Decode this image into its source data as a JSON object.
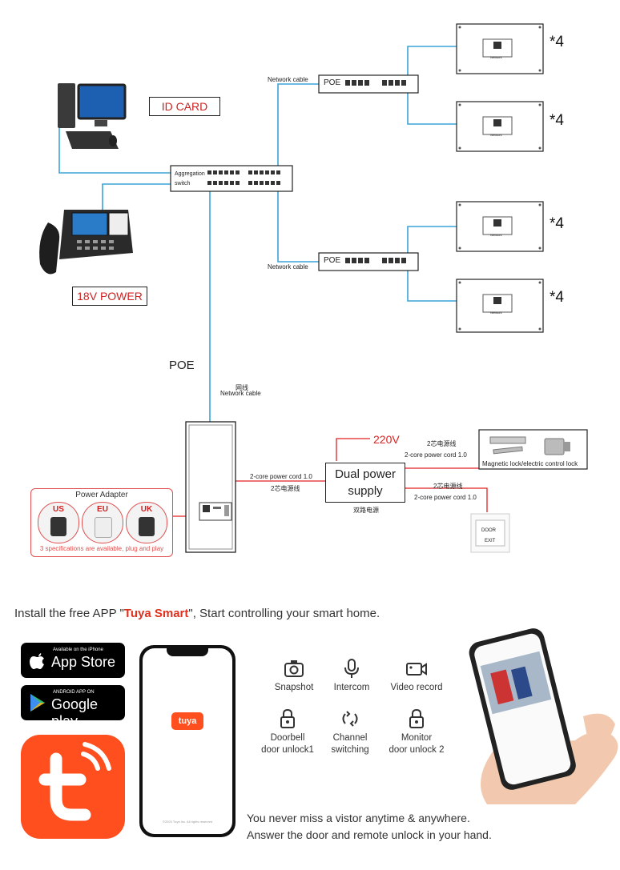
{
  "diagram": {
    "id_card_label": "ID CARD",
    "power_18v_label": "18V POWER",
    "aggregation_switch_label_1": "Aggregation",
    "aggregation_switch_label_2": "switch",
    "poe_switch_label": "POE",
    "network_cable_label": "Network cable",
    "network_cable_cn": "网线",
    "poe_vertical_label": "POE",
    "multiplier": "*4",
    "monitor_port_label": "Network",
    "voltage_220": "220V",
    "dual_power_supply_line1": "Dual power",
    "dual_power_supply_line2": "supply",
    "dual_power_cn": "双路电源",
    "two_core_cord": "2-core power cord 1.0",
    "two_core_cn": "2芯电源线",
    "lock_label": "Magnetic lock/electric control lock",
    "exit_button_line1": "DOOR",
    "exit_button_line2": "EXIT",
    "power_adapter": {
      "title": "Power Adapter",
      "plugs": [
        "US",
        "EU",
        "UK"
      ],
      "footnote": "3 specifications are available, plug and play"
    }
  },
  "app_promo": {
    "headline_prefix": "Install the free APP \"",
    "brand": "Tuya Smart",
    "headline_suffix": "\", Start controlling your smart home.",
    "app_store_small": "Available on the iPhone",
    "app_store_big": "App Store",
    "google_play_small": "ANDROID APP ON",
    "google_play_big": "Google play",
    "phone_app_label": "tuya",
    "phone_copyright": "©2020 Tuya Inc. All rights reserved",
    "features": [
      {
        "line1": "Snapshot",
        "line2": "",
        "icon": "camera-icon"
      },
      {
        "line1": "Intercom",
        "line2": "",
        "icon": "microphone-icon"
      },
      {
        "line1": "Video record",
        "line2": "",
        "icon": "video-camera-icon"
      },
      {
        "line1": "Doorbell",
        "line2": "door unlock1",
        "icon": "lock-icon"
      },
      {
        "line1": "Channel",
        "line2": "switching",
        "icon": "switch-icon"
      },
      {
        "line1": "Monitor",
        "line2": "door unlock 2",
        "icon": "lock-icon"
      }
    ],
    "tagline_1": "You never miss a vistor anytime & anywhere.",
    "tagline_2": "Answer the door and remote unlock in your hand."
  },
  "colors": {
    "cable_blue": "#3aa3d8",
    "power_red": "#e02020",
    "tuya_orange": "#ff4f1e"
  }
}
